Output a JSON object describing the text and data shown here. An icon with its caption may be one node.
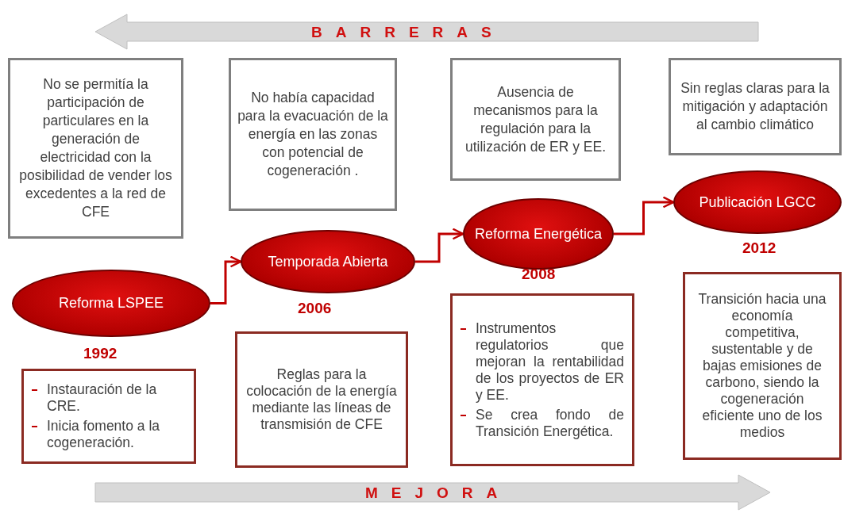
{
  "diagram": {
    "nodes": [
      {
        "text": [
          "No se permitía la participación de particulares en la generación de electricidad con la posibilidad de vender los excedentes a la red de CFE"
        ]
      },
      {
        "text": [
          "No había capacidad para la evacuación de la energía en las zonas con potencial de cogeneración ."
        ]
      },
      {
        "text": [
          "Ausencia de mecanismos para la regulación para la utilización de ER y EE."
        ]
      },
      {
        "text": [
          "Sin reglas claras para la mitigación y adaptación al cambio climático"
        ]
      },
      {
        "text": [
          "Reforma LSPEE"
        ],
        "beside": [
          "1992"
        ]
      },
      {
        "text": [
          "Temporada Abierta"
        ],
        "beside": [
          "2006"
        ]
      },
      {
        "text": [
          "Reforma Energética"
        ],
        "beside": [
          "2008"
        ]
      },
      {
        "text": [
          "Publicación LGCC"
        ],
        "beside": [
          "2012"
        ]
      },
      {
        "text": [
          "Instauración de la CRE.",
          "Inicia fomento a la cogeneración."
        ]
      },
      {
        "text": [
          "Reglas para la colocación de la energía mediante las líneas de transmisión de CFE"
        ]
      },
      {
        "text": [
          "Instrumentos regulatorios que mejoran la rentabilidad de los proyectos de ER y EE.",
          "Se crea fondo de Transición Energética."
        ]
      },
      {
        "text": [
          "Transición hacia una economía competitiva, sustentable y de bajas emisiones de carbono, siendo la cogeneración eficiente uno de los medios"
        ]
      }
    ],
    "edges": [
      {
        "from": 4,
        "to": 5,
        "arrow": "to"
      },
      {
        "from": 5,
        "to": 6,
        "arrow": "to"
      },
      {
        "from": 6,
        "to": 7,
        "arrow": "to"
      }
    ],
    "labels": [
      "BARRERAS",
      "MEJORA"
    ]
  }
}
